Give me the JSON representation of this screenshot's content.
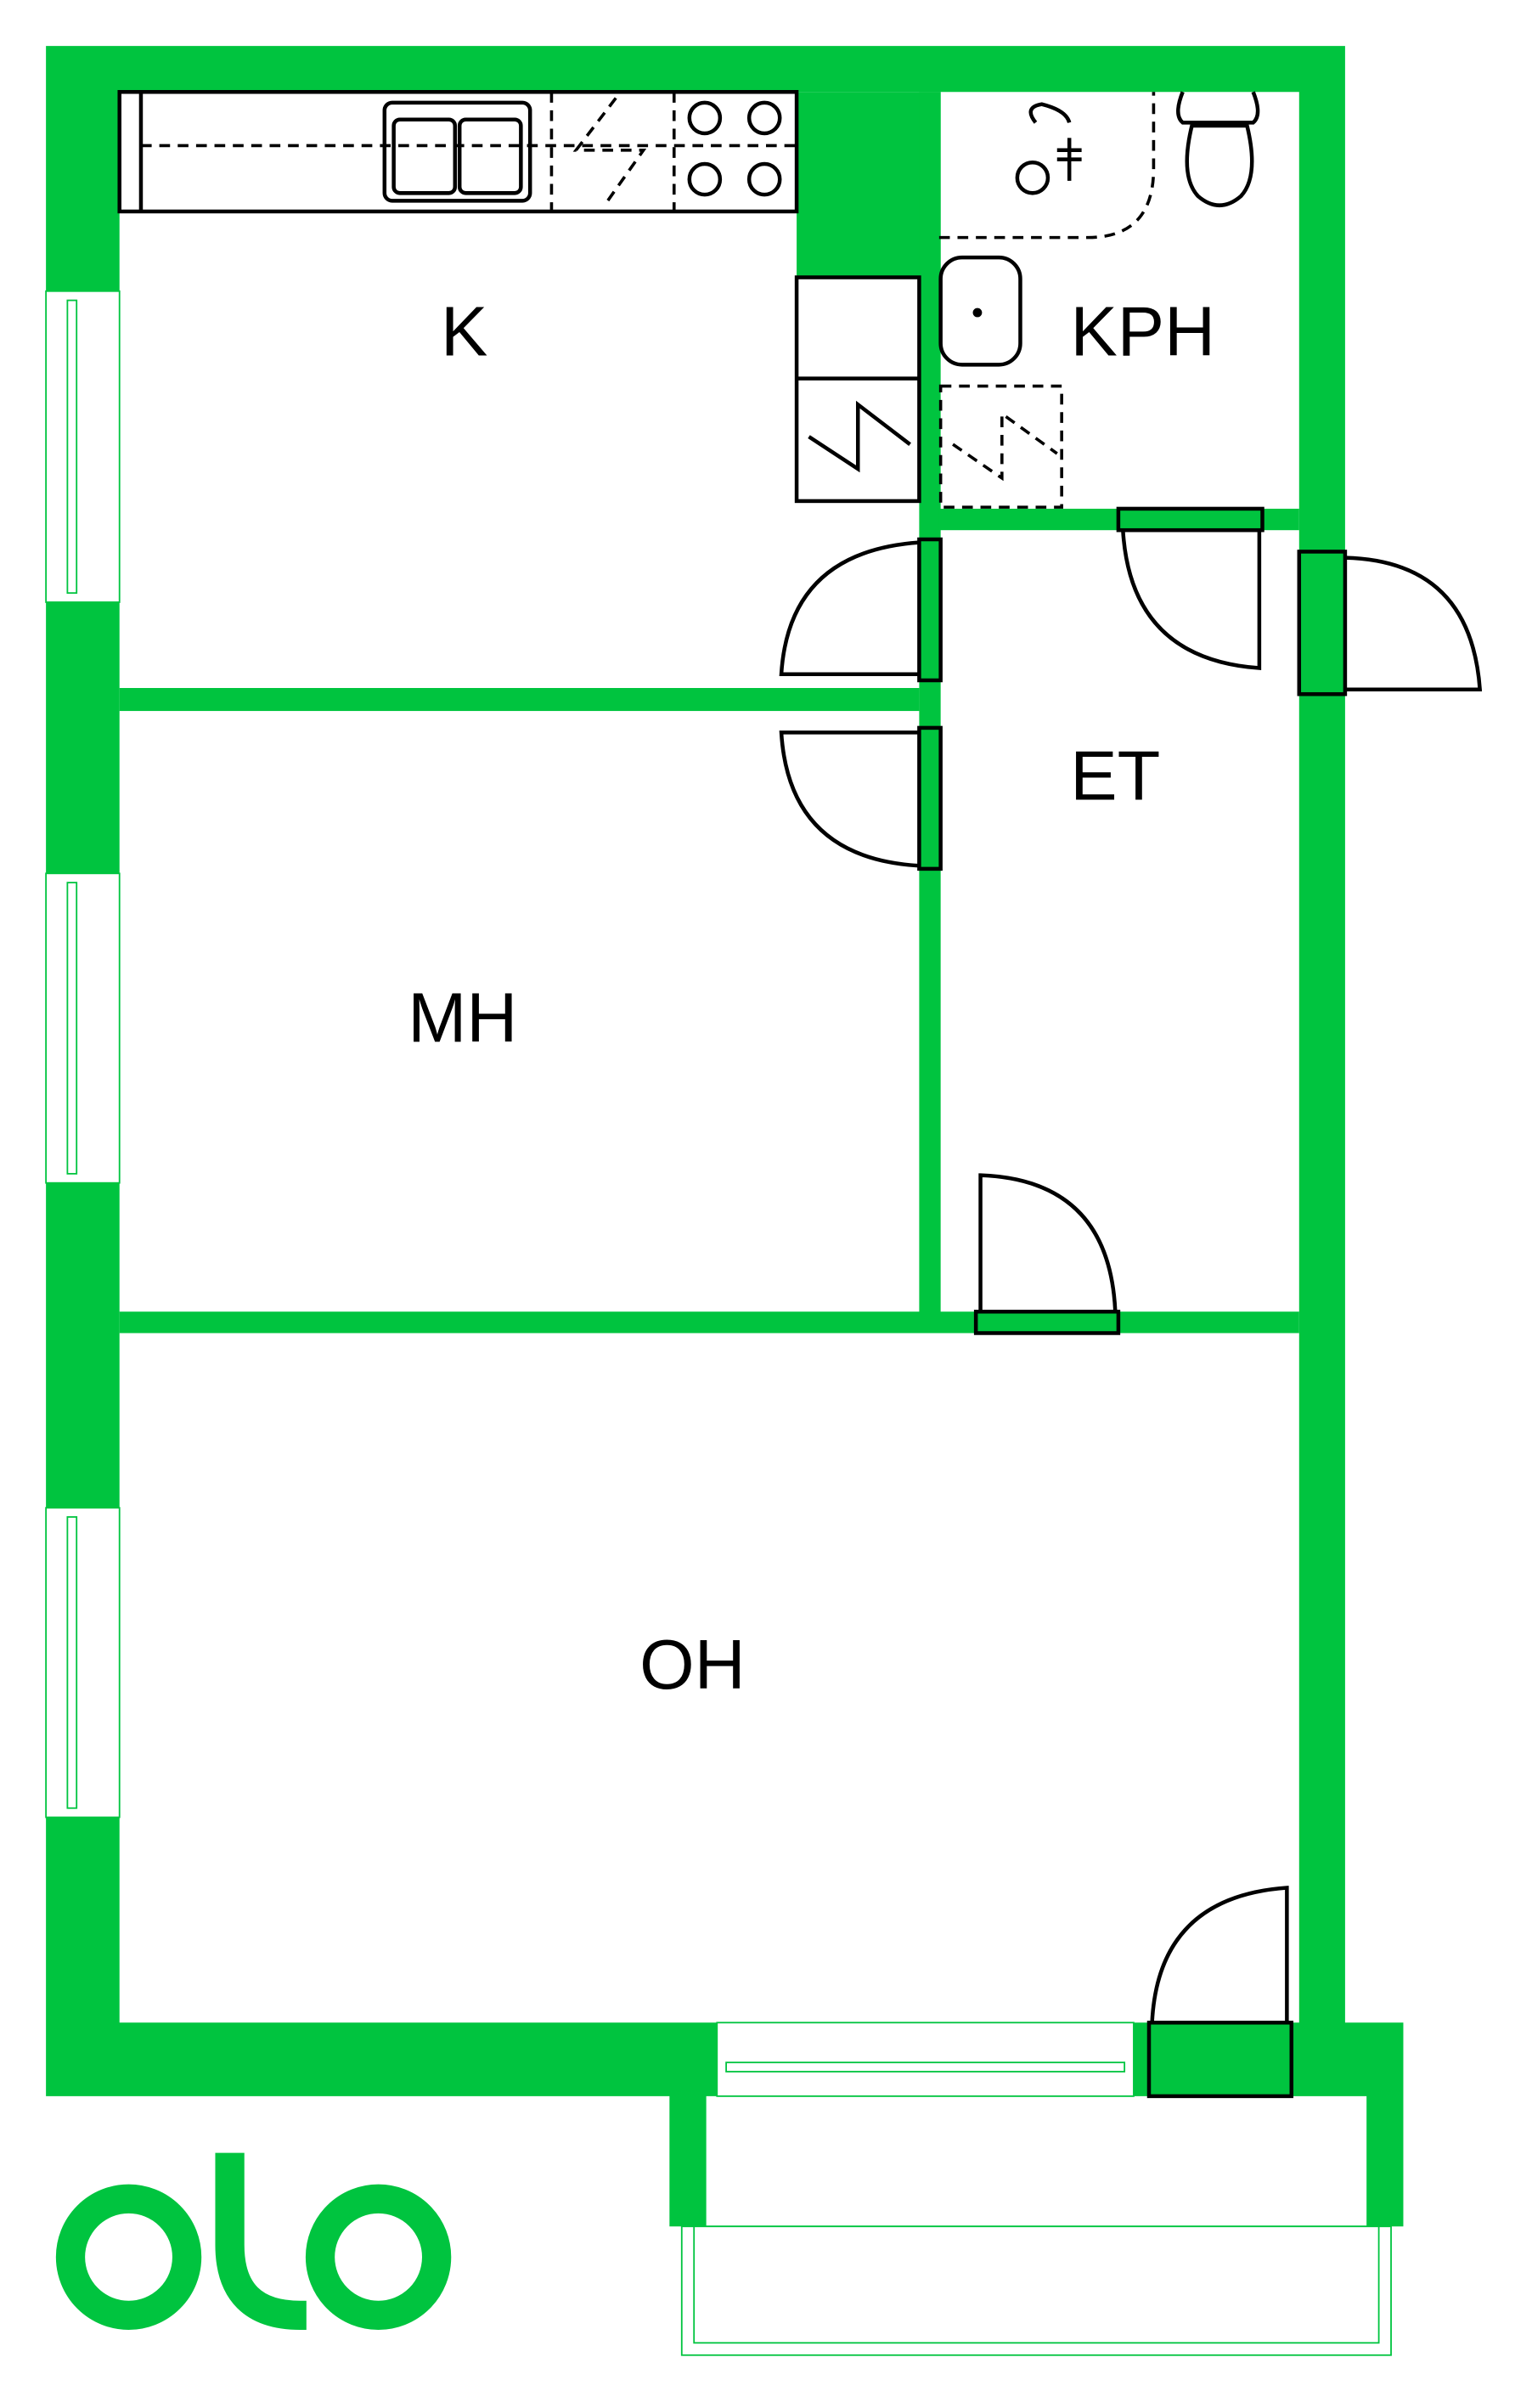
{
  "colors": {
    "wall": "#00c43f",
    "line": "#000000",
    "background": "#ffffff"
  },
  "rooms": [
    {
      "id": "kitchen",
      "label": "K"
    },
    {
      "id": "bathroom",
      "label": "KPH"
    },
    {
      "id": "hall",
      "label": "ET"
    },
    {
      "id": "bedroom",
      "label": "MH"
    },
    {
      "id": "living-room",
      "label": "OH"
    }
  ],
  "logo": {
    "text": "olo"
  }
}
